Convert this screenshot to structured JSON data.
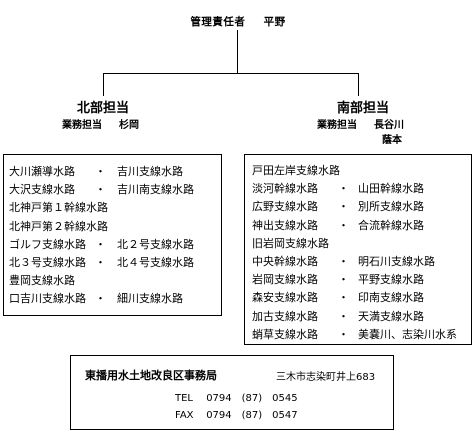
{
  "manager": {
    "role": "管理責任者",
    "name": "平野"
  },
  "north": {
    "title": "北部担当",
    "staff_role": "業務担当",
    "staff_names": [
      "杉岡"
    ],
    "rows": [
      {
        "a": "大川瀬導水路",
        "sep": "・",
        "b": "吉川支線水路"
      },
      {
        "a": "大沢支線水路",
        "sep": "・",
        "b": "吉川南支線水路"
      },
      {
        "a": "北神戸第１幹線水路",
        "sep": "",
        "b": ""
      },
      {
        "a": "北神戸第２幹線水路",
        "sep": "",
        "b": ""
      },
      {
        "a": "ゴルフ支線水路",
        "sep": "・",
        "b": "北２号支線水路"
      },
      {
        "a": "北３号支線水路",
        "sep": "・",
        "b": "北４号支線水路"
      },
      {
        "a": "豊岡支線水路",
        "sep": "",
        "b": ""
      },
      {
        "a": "口吉川支線水路",
        "sep": "・",
        "b": "細川支線水路"
      }
    ]
  },
  "south": {
    "title": "南部担当",
    "staff_role": "業務担当",
    "staff_names": [
      "長谷川",
      "蔭本"
    ],
    "rows": [
      {
        "a": "戸田左岸支線水路",
        "sep": "",
        "b": ""
      },
      {
        "a": "淡河幹線水路",
        "sep": "・",
        "b": "山田幹線水路"
      },
      {
        "a": "広野支線水路",
        "sep": "・",
        "b": "別所支線水路"
      },
      {
        "a": "神出支線水路",
        "sep": "・",
        "b": "合流幹線水路"
      },
      {
        "a": "旧岩岡支線水路",
        "sep": "",
        "b": ""
      },
      {
        "a": "中央幹線水路",
        "sep": "・",
        "b": "明石川支線水路"
      },
      {
        "a": "岩岡支線水路",
        "sep": "・",
        "b": "平野支線水路"
      },
      {
        "a": "森安支線水路",
        "sep": "・",
        "b": "印南支線水路"
      },
      {
        "a": "加古支線水路",
        "sep": "・",
        "b": "天満支線水路"
      },
      {
        "a": "蛸草支線水路",
        "sep": "・",
        "b": "美嚢川、志染川水系"
      }
    ]
  },
  "office": {
    "name": "東播用水土地改良区事務局",
    "address": "三木市志染町井上683",
    "tel_label": "TEL",
    "tel": "0794　(87)　0545",
    "fax_label": "FAX",
    "fax": "0794　(87)　0547"
  }
}
